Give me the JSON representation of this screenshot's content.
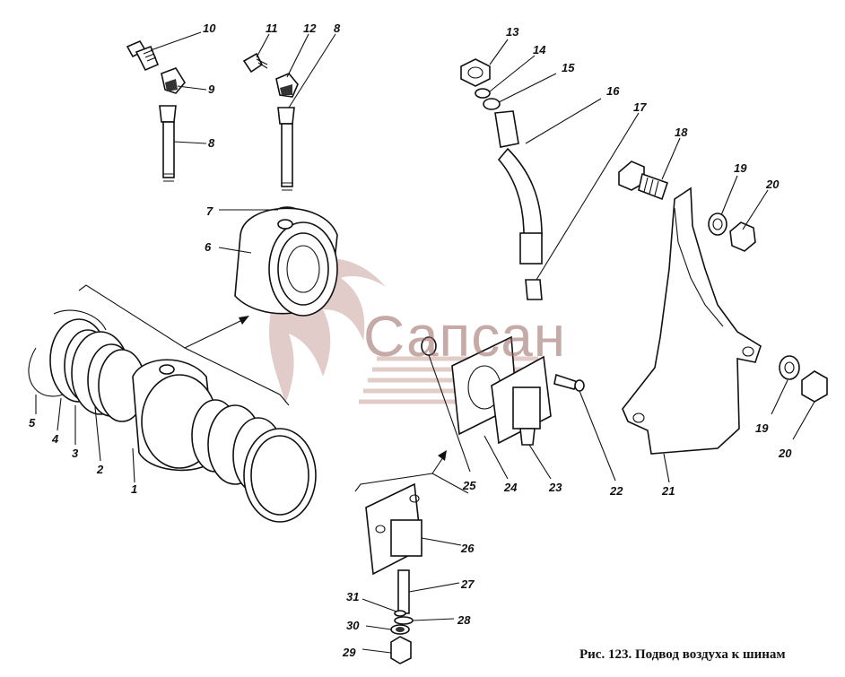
{
  "watermark": {
    "text": "Сапсан"
  },
  "caption": "Рис. 123. Подвод воздуха к шинам",
  "callouts": [
    {
      "id": "c10",
      "text": "10"
    },
    {
      "id": "c11",
      "text": "11"
    },
    {
      "id": "c12",
      "text": "12"
    },
    {
      "id": "c8a",
      "text": "8"
    },
    {
      "id": "c9",
      "text": "9"
    },
    {
      "id": "c8b",
      "text": "8"
    },
    {
      "id": "c7",
      "text": "7"
    },
    {
      "id": "c6",
      "text": "6"
    },
    {
      "id": "c5",
      "text": "5"
    },
    {
      "id": "c4",
      "text": "4"
    },
    {
      "id": "c3",
      "text": "3"
    },
    {
      "id": "c2",
      "text": "2"
    },
    {
      "id": "c1",
      "text": "1"
    },
    {
      "id": "c13",
      "text": "13"
    },
    {
      "id": "c14",
      "text": "14"
    },
    {
      "id": "c15",
      "text": "15"
    },
    {
      "id": "c16",
      "text": "16"
    },
    {
      "id": "c17",
      "text": "17"
    },
    {
      "id": "c18",
      "text": "18"
    },
    {
      "id": "c19a",
      "text": "19"
    },
    {
      "id": "c20a",
      "text": "20"
    },
    {
      "id": "c19b",
      "text": "19"
    },
    {
      "id": "c20b",
      "text": "20"
    },
    {
      "id": "c21",
      "text": "21"
    },
    {
      "id": "c22",
      "text": "22"
    },
    {
      "id": "c23",
      "text": "23"
    },
    {
      "id": "c24",
      "text": "24"
    },
    {
      "id": "c25",
      "text": "25"
    },
    {
      "id": "c26",
      "text": "26"
    },
    {
      "id": "c27",
      "text": "27"
    },
    {
      "id": "c28",
      "text": "28"
    },
    {
      "id": "c31",
      "text": "31"
    },
    {
      "id": "c30",
      "text": "30"
    },
    {
      "id": "c29",
      "text": "29"
    }
  ]
}
